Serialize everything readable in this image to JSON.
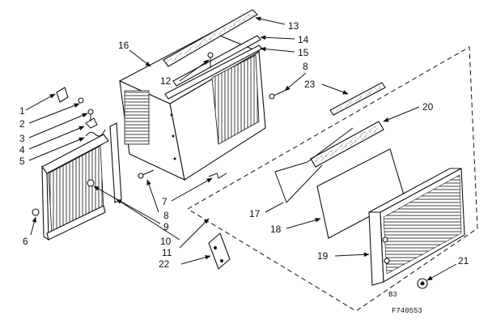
{
  "labels": {
    "l1": "1",
    "l2": "2",
    "l3": "3",
    "l4": "4",
    "l5": "5",
    "l6": "6",
    "l7": "7",
    "l8a": "8",
    "l8b": "8",
    "l9": "9",
    "l10": "10",
    "l11": "11",
    "l12": "12",
    "l13": "13",
    "l14": "14",
    "l15": "15",
    "l16": "16",
    "l17": "17",
    "l18": "18",
    "l19": "19",
    "l20": "20",
    "l21": "21",
    "l22": "22",
    "l23": "23"
  },
  "codes": {
    "sheet": "B3",
    "part_number": "F740553"
  }
}
